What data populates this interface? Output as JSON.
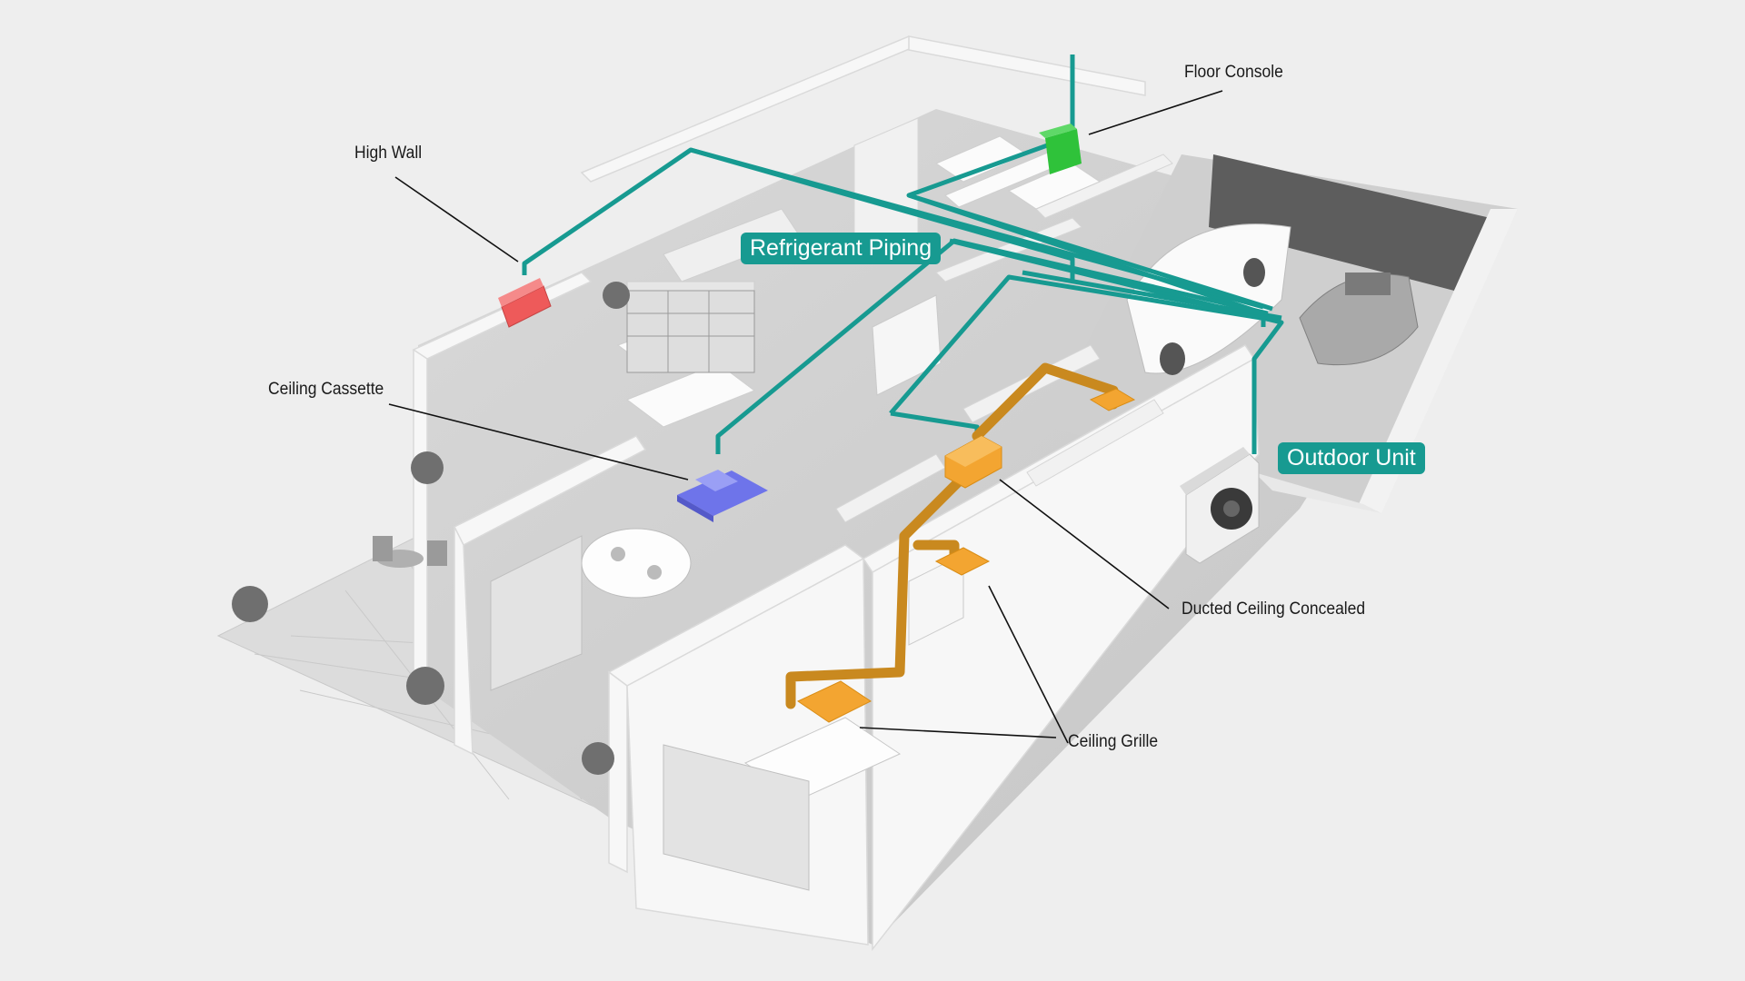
{
  "labels": {
    "floor_console": "Floor Console",
    "high_wall": "High Wall",
    "refrigerant_piping": "Refrigerant Piping",
    "ceiling_cassette": "Ceiling Cassette",
    "outdoor_unit": "Outdoor Unit",
    "ducted_ceiling_concealed": "Ducted Ceiling Concealed",
    "ceiling_grille": "Ceiling Grille"
  },
  "colors": {
    "background": "#eeeeee",
    "piping": "#179a91",
    "duct": "#c9891f",
    "grille": "#f3a531",
    "high_wall_unit": "#ee5a5a",
    "floor_console_unit": "#2fc23a",
    "ceiling_cassette_unit": "#7a7ff0",
    "walls": "#f7f7f7"
  }
}
